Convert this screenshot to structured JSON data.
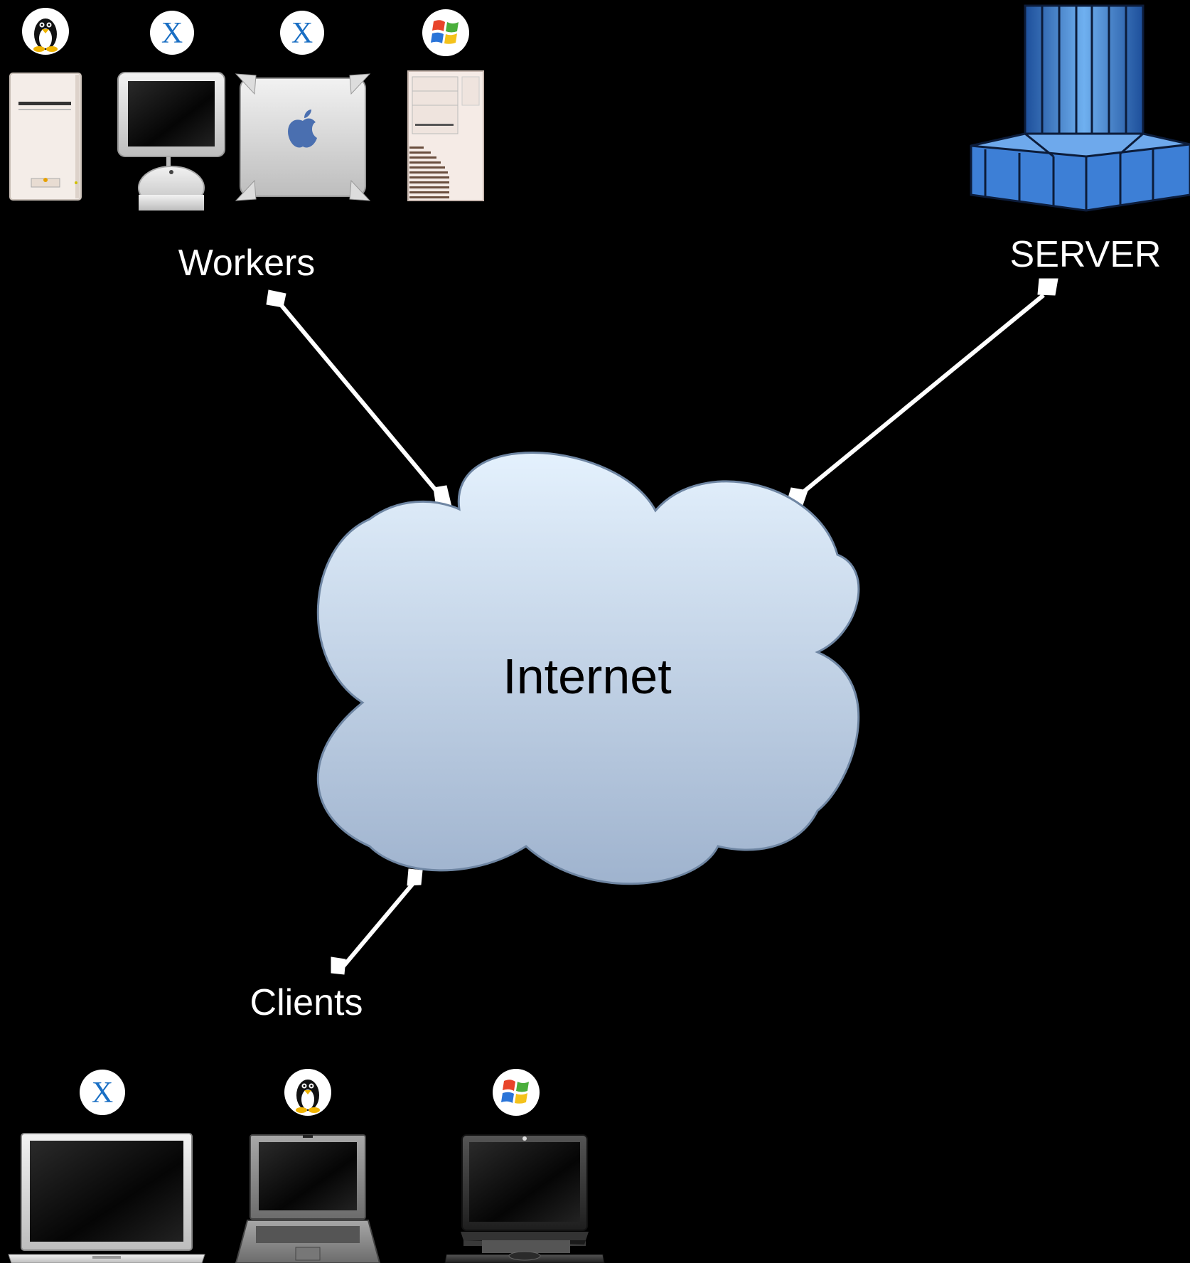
{
  "labels": {
    "workers": "Workers",
    "server": "SERVER",
    "internet": "Internet",
    "clients": "Clients"
  },
  "colors": {
    "background": "#000000",
    "cloud_top": "#e4f1fd",
    "cloud_bottom": "#9fb3ce",
    "cloud_stroke": "#6f86a3",
    "connector": "#ffffff",
    "server_blue": "#3d7fd6"
  },
  "workers": [
    {
      "machine": "beige-tower-icon",
      "os": "linux-penguin-icon"
    },
    {
      "machine": "imac-g4-icon",
      "os": "mac-os-x-icon",
      "os_glyph": "X"
    },
    {
      "machine": "power-mac-g4-icon",
      "os": "mac-os-x-icon",
      "os_glyph": "X"
    },
    {
      "machine": "pc-tower-icon",
      "os": "windows-flag-icon"
    }
  ],
  "server": {
    "machine": "cray-supercomputer-icon"
  },
  "clients": [
    {
      "machine": "powerbook-laptop-icon",
      "os": "mac-os-x-icon",
      "os_glyph": "X"
    },
    {
      "machine": "gray-laptop-icon",
      "os": "linux-penguin-icon"
    },
    {
      "machine": "black-laptop-icon",
      "os": "windows-flag-icon"
    }
  ]
}
